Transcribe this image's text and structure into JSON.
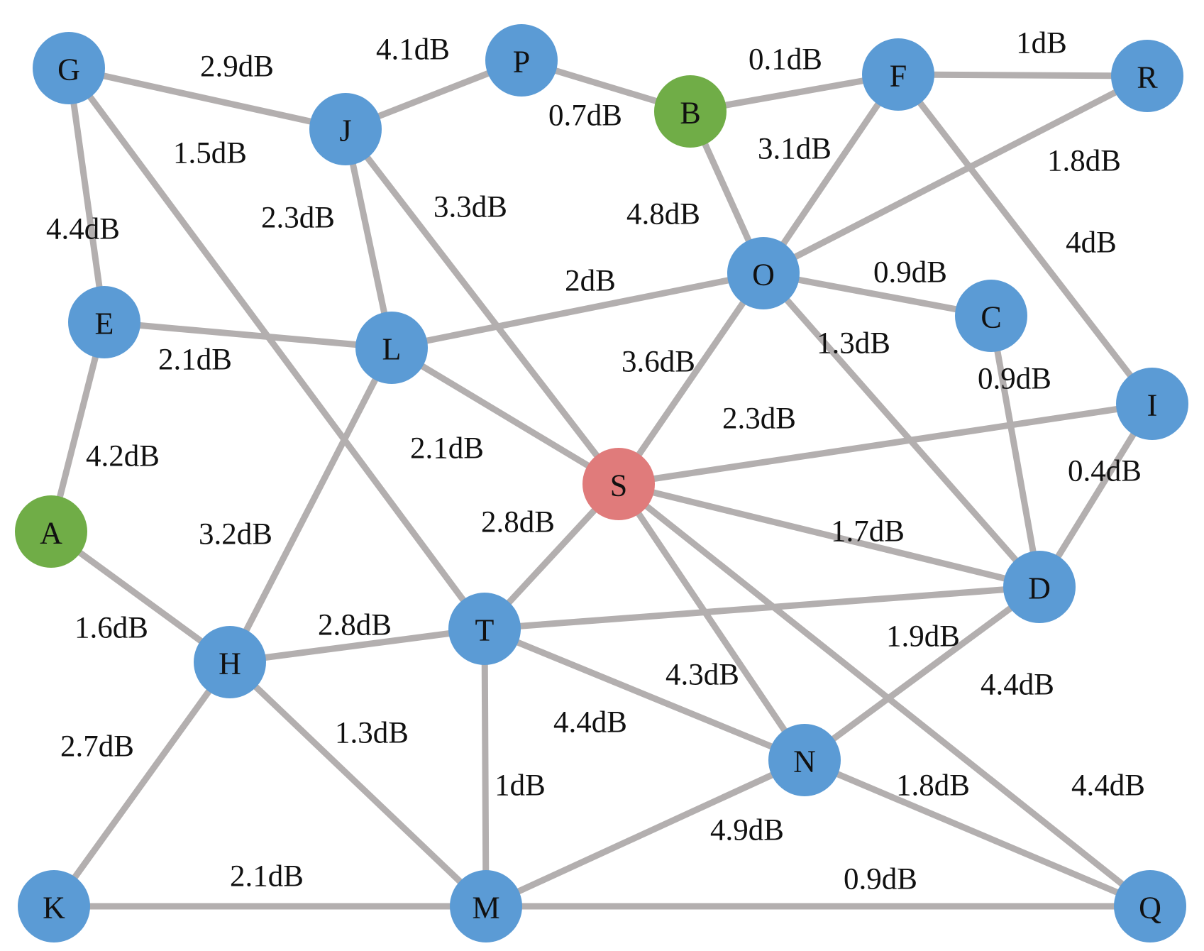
{
  "colors": {
    "default": "#5b9bd5",
    "source": "#e07b7b",
    "target": "#70ad47",
    "edge": "#b3afaf"
  },
  "nodes": [
    {
      "id": "G",
      "role": "default"
    },
    {
      "id": "P",
      "role": "default"
    },
    {
      "id": "B",
      "role": "target"
    },
    {
      "id": "F",
      "role": "default"
    },
    {
      "id": "R",
      "role": "default"
    },
    {
      "id": "J",
      "role": "default"
    },
    {
      "id": "E",
      "role": "default"
    },
    {
      "id": "L",
      "role": "default"
    },
    {
      "id": "O",
      "role": "default"
    },
    {
      "id": "C",
      "role": "default"
    },
    {
      "id": "I",
      "role": "default"
    },
    {
      "id": "A",
      "role": "target"
    },
    {
      "id": "S",
      "role": "source"
    },
    {
      "id": "D",
      "role": "default"
    },
    {
      "id": "H",
      "role": "default"
    },
    {
      "id": "T",
      "role": "default"
    },
    {
      "id": "N",
      "role": "default"
    },
    {
      "id": "K",
      "role": "default"
    },
    {
      "id": "M",
      "role": "default"
    },
    {
      "id": "Q",
      "role": "default"
    }
  ],
  "edges": [
    {
      "from": "G",
      "to": "J",
      "label": "2.9dB"
    },
    {
      "from": "J",
      "to": "P",
      "label": "4.1dB"
    },
    {
      "from": "P",
      "to": "B",
      "label": "0.7dB"
    },
    {
      "from": "B",
      "to": "F",
      "label": "0.1dB"
    },
    {
      "from": "F",
      "to": "R",
      "label": "1dB"
    },
    {
      "from": "G",
      "to": "T",
      "label": "1.5dB"
    },
    {
      "from": "G",
      "to": "E",
      "label": "4.4dB"
    },
    {
      "from": "J",
      "to": "L",
      "label": "2.3dB"
    },
    {
      "from": "J",
      "to": "S",
      "label": "3.3dB"
    },
    {
      "from": "B",
      "to": "O",
      "label": "4.8dB"
    },
    {
      "from": "F",
      "to": "O",
      "label": "3.1dB"
    },
    {
      "from": "R",
      "to": "O",
      "label": "1.8dB"
    },
    {
      "from": "F",
      "to": "I",
      "label": "4dB"
    },
    {
      "from": "L",
      "to": "O",
      "label": "2dB"
    },
    {
      "from": "O",
      "to": "C",
      "label": "0.9dB"
    },
    {
      "from": "E",
      "to": "L",
      "label": "2.1dB"
    },
    {
      "from": "O",
      "to": "D",
      "label": "1.3dB"
    },
    {
      "from": "O",
      "to": "S",
      "label": "3.6dB"
    },
    {
      "from": "C",
      "to": "D",
      "label": "0.9dB"
    },
    {
      "from": "S",
      "to": "I",
      "label": "2.3dB"
    },
    {
      "from": "E",
      "to": "A",
      "label": "4.2dB"
    },
    {
      "from": "L",
      "to": "S",
      "label": "2.1dB"
    },
    {
      "from": "I",
      "to": "D",
      "label": "0.4dB"
    },
    {
      "from": "S",
      "to": "T",
      "label": "2.8dB"
    },
    {
      "from": "L",
      "to": "H",
      "label": "3.2dB"
    },
    {
      "from": "S",
      "to": "D",
      "label": "1.7dB"
    },
    {
      "from": "A",
      "to": "H",
      "label": "1.6dB"
    },
    {
      "from": "H",
      "to": "T",
      "label": "2.8dB"
    },
    {
      "from": "T",
      "to": "D",
      "label": "1.9dB"
    },
    {
      "from": "S",
      "to": "N",
      "label": "4.3dB"
    },
    {
      "from": "D",
      "to": "N",
      "label": "4.4dB"
    },
    {
      "from": "T",
      "to": "N",
      "label": "4.4dB"
    },
    {
      "from": "H",
      "to": "M",
      "label": "1.3dB"
    },
    {
      "from": "H",
      "to": "K",
      "label": "2.7dB"
    },
    {
      "from": "T",
      "to": "M",
      "label": "1dB"
    },
    {
      "from": "N",
      "to": "Q",
      "label": "1.8dB"
    },
    {
      "from": "S",
      "to": "Q",
      "label": "4.4dB"
    },
    {
      "from": "N",
      "to": "M",
      "label": "4.9dB"
    },
    {
      "from": "K",
      "to": "M",
      "label": "2.1dB"
    },
    {
      "from": "M",
      "to": "Q",
      "label": "0.9dB"
    }
  ]
}
